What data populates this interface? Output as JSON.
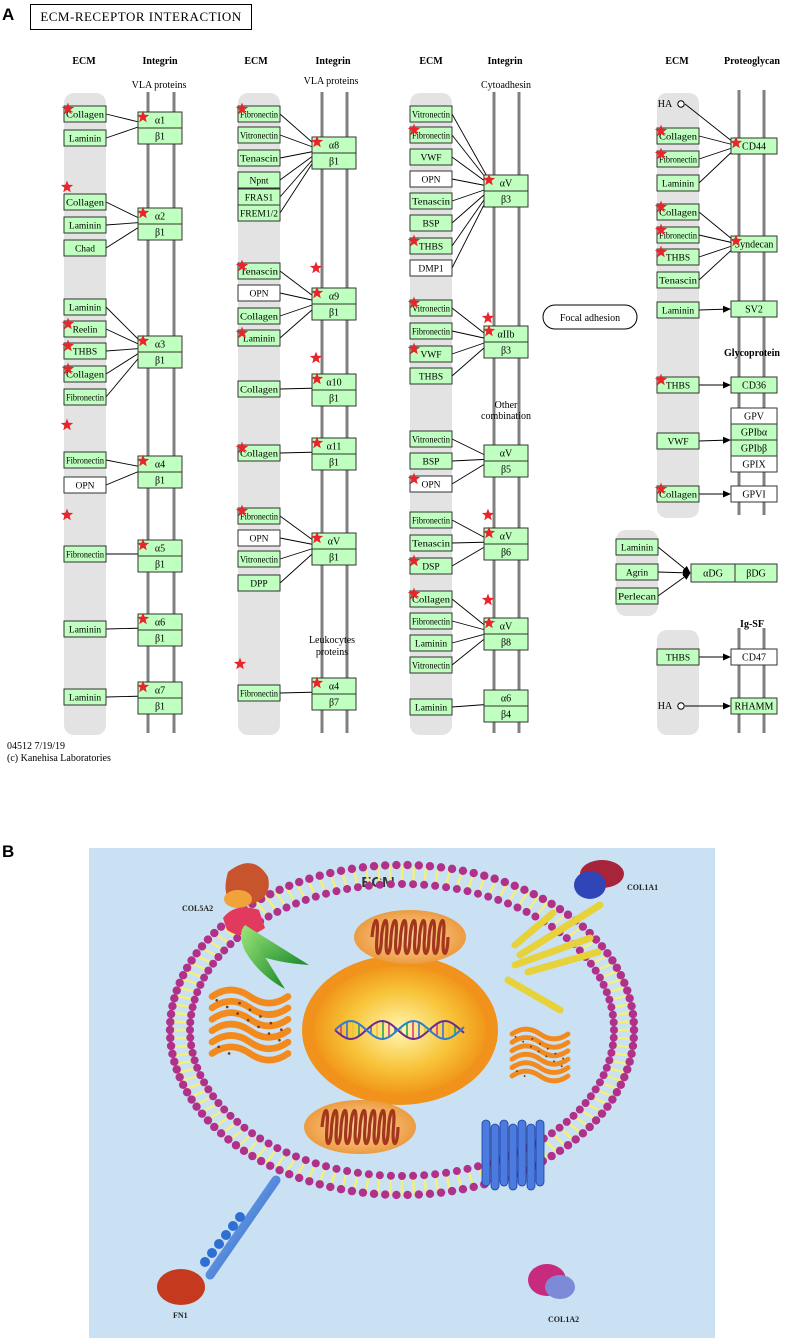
{
  "panel_a": {
    "letter": "A",
    "title": "ECM-RECEPTOR INTERACTION",
    "footer": [
      "04512 7/19/19",
      "(c) Kanehisa Laboratories"
    ],
    "focal_adhesion": "Focal adhesion",
    "colors": {
      "gene": "#bfffbf",
      "gene_border": "#333333",
      "stripe": "#e3e3e3",
      "membrane": "#808080",
      "star": "#e8252b"
    },
    "headers": [
      {
        "text": "ECM"
      },
      {
        "text": "Integrin"
      },
      {
        "text": "ECM"
      },
      {
        "text": "Integrin"
      },
      {
        "text": "ECM"
      },
      {
        "text": "Integrin"
      },
      {
        "text": "ECM"
      },
      {
        "text": "Proteoglycan"
      },
      {
        "text": "Glycoprotein"
      },
      {
        "text": "Ig-SF"
      }
    ],
    "sublabels": [
      "VLA proteins",
      "VLA proteins",
      "Cytoadhesin",
      "Other",
      "combination",
      "Leukocytes",
      "proteins"
    ],
    "ligands": [
      {
        "text": "Collagen",
        "g": true,
        "star": true
      },
      {
        "text": "Laminin",
        "g": true
      },
      {
        "text": "Collagen",
        "g": true
      },
      {
        "text": "Laminin",
        "g": true
      },
      {
        "text": "Chad",
        "g": true
      },
      {
        "text": "Laminin",
        "g": true
      },
      {
        "text": "Reelin",
        "g": true,
        "star": true
      },
      {
        "text": "THBS",
        "g": true,
        "star": true
      },
      {
        "text": "Collagen",
        "g": true,
        "star": true
      },
      {
        "text": "Fibronectin",
        "g": true
      },
      {
        "text": "Fibronectin",
        "g": true
      },
      {
        "text": "OPN",
        "g": false
      },
      {
        "text": "Fibronectin",
        "g": true
      },
      {
        "text": "Laminin",
        "g": true
      },
      {
        "text": "Laminin",
        "g": true
      },
      {
        "text": "Fibronectin",
        "g": true,
        "star": true
      },
      {
        "text": "Vitronectin",
        "g": true
      },
      {
        "text": "Tenascin",
        "g": true
      },
      {
        "text": "Npnt",
        "g": true
      },
      {
        "text": "FRAS1",
        "g": true
      },
      {
        "text": "FREM1/2",
        "g": true
      },
      {
        "text": "Tenascin",
        "g": true,
        "star": true
      },
      {
        "text": "OPN",
        "g": false
      },
      {
        "text": "Collagen",
        "g": true
      },
      {
        "text": "Laminin",
        "g": true,
        "star": true
      },
      {
        "text": "Collagen",
        "g": true
      },
      {
        "text": "Collagen",
        "g": true,
        "star": true
      },
      {
        "text": "Fibronectin",
        "g": true,
        "star": true
      },
      {
        "text": "OPN",
        "g": false
      },
      {
        "text": "Vitronectin",
        "g": true
      },
      {
        "text": "DPP",
        "g": true
      },
      {
        "text": "Fibronectin",
        "g": true
      },
      {
        "text": "Vitronectin",
        "g": true
      },
      {
        "text": "Fibronectin",
        "g": true,
        "star": true
      },
      {
        "text": "VWF",
        "g": true
      },
      {
        "text": "OPN",
        "g": false
      },
      {
        "text": "Tenascin",
        "g": true
      },
      {
        "text": "BSP",
        "g": true
      },
      {
        "text": "THBS",
        "g": true,
        "star": true
      },
      {
        "text": "DMP1",
        "g": false
      },
      {
        "text": "Vitronectin",
        "g": true,
        "star": true
      },
      {
        "text": "Fibronectin",
        "g": true
      },
      {
        "text": "VWF",
        "g": true,
        "star": true
      },
      {
        "text": "THBS",
        "g": true
      },
      {
        "text": "Vitronectin",
        "g": true
      },
      {
        "text": "BSP",
        "g": true
      },
      {
        "text": "OPN",
        "g": false,
        "star": true
      },
      {
        "text": "Fibronectin",
        "g": true
      },
      {
        "text": "Tenascin",
        "g": true
      },
      {
        "text": "DSP",
        "g": true,
        "star": true
      },
      {
        "text": "Collagen",
        "g": true,
        "star": true
      },
      {
        "text": "Fibronectin",
        "g": true
      },
      {
        "text": "Laminin",
        "g": true
      },
      {
        "text": "Vitronectin",
        "g": true
      },
      {
        "text": "Laminin",
        "g": true
      },
      {
        "text": "HA",
        "g": false,
        "plain": true
      },
      {
        "text": "Collagen",
        "g": true,
        "star": true
      },
      {
        "text": "Fibronectin",
        "g": true,
        "star": true
      },
      {
        "text": "Laminin",
        "g": true
      },
      {
        "text": "Collagen",
        "g": true,
        "star": true
      },
      {
        "text": "Fibronectin",
        "g": true,
        "star": true
      },
      {
        "text": "THBS",
        "g": true,
        "star": true
      },
      {
        "text": "Tenascin",
        "g": true
      },
      {
        "text": "Laminin",
        "g": true
      },
      {
        "text": "THBS",
        "g": true,
        "star": true
      },
      {
        "text": "VWF",
        "g": true
      },
      {
        "text": "Collagen",
        "g": true,
        "star": true
      },
      {
        "text": "Laminin",
        "g": true
      },
      {
        "text": "Agrin",
        "g": true
      },
      {
        "text": "Perlecan",
        "g": true
      },
      {
        "text": "THBS",
        "g": true
      },
      {
        "text": "HA",
        "g": false,
        "plain": true
      }
    ],
    "receptors": [
      {
        "a": "α1",
        "b": "β1",
        "star": true
      },
      {
        "a": "α2",
        "b": "β1",
        "star": true
      },
      {
        "a": "α3",
        "b": "β1",
        "star": true
      },
      {
        "a": "α4",
        "b": "β1",
        "star": true
      },
      {
        "a": "α5",
        "b": "β1",
        "star": true
      },
      {
        "a": "α6",
        "b": "β1",
        "star": true
      },
      {
        "a": "α7",
        "b": "β1",
        "star": true
      },
      {
        "a": "α8",
        "b": "β1",
        "star": true
      },
      {
        "a": "α9",
        "b": "β1",
        "star": true
      },
      {
        "a": "α10",
        "b": "β1",
        "star": true
      },
      {
        "a": "α11",
        "b": "β1",
        "star": true
      },
      {
        "a": "αV",
        "b": "β1",
        "star": true
      },
      {
        "a": "α4",
        "b": "β7",
        "star": true
      },
      {
        "a": "αV",
        "b": "β3",
        "star": true
      },
      {
        "a": "αIIb",
        "b": "β3",
        "star": true
      },
      {
        "a": "αV",
        "b": "β5"
      },
      {
        "a": "αV",
        "b": "β6",
        "star": true
      },
      {
        "a": "αV",
        "b": "β8",
        "star": true
      },
      {
        "a": "α6",
        "b": "β4"
      }
    ],
    "single_receptors": [
      {
        "text": "CD44",
        "g": true,
        "star": true
      },
      {
        "text": "Syndecan",
        "g": true,
        "star": true
      },
      {
        "text": "SV2",
        "g": true
      },
      {
        "text": "CD36",
        "g": true
      },
      {
        "text": "GPV",
        "g": false
      },
      {
        "text": "GPIbα",
        "g": true
      },
      {
        "text": "GPIbβ",
        "g": true
      },
      {
        "text": "GPIX",
        "g": false
      },
      {
        "text": "GPVI",
        "g": false
      },
      {
        "text": "αDG",
        "g": true
      },
      {
        "text": "βDG",
        "g": true
      },
      {
        "text": "CD47",
        "g": false
      },
      {
        "text": "RHAMM",
        "g": true
      }
    ],
    "loose_stars": 9
  },
  "panel_b": {
    "letter": "B",
    "title": "ECM",
    "proteins": [
      "COL5A2",
      "COL1A1",
      "FN1",
      "COL1A2"
    ],
    "colors": {
      "bg": "#c9e1f3",
      "lipid": "#b0308a",
      "tail": "#f2f07a",
      "nucleus": "#f4a21c",
      "mito": "#f3b15d",
      "golgi": "#f28a1d"
    }
  }
}
